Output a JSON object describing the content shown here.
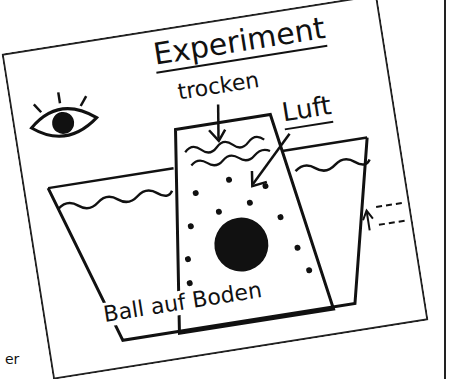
{
  "diagram": {
    "title": "Experiment",
    "labels": [
      "trocken",
      "Luft",
      "Ball auf Boden",
      "er"
    ]
  }
}
